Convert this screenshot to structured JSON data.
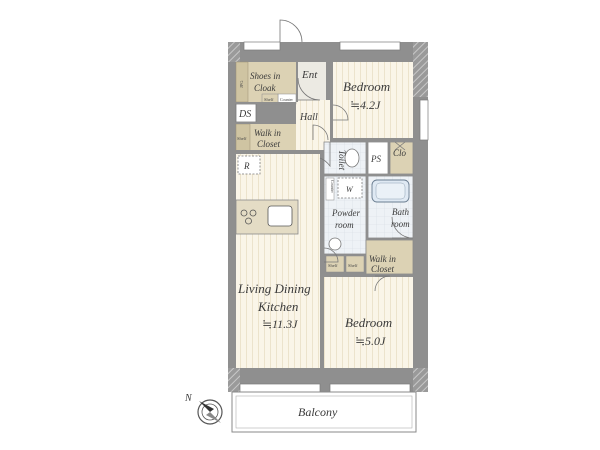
{
  "rooms": {
    "entrance": "Ent",
    "hall": "Hall",
    "shoes_cloak_line1": "Shoes in",
    "shoes_cloak_line2": "Cloak",
    "ds": "DS",
    "walk_in_closet_1_line1": "Walk in",
    "walk_in_closet_1_line2": "Closet",
    "refrigerator": "R",
    "toilet": "Toilet",
    "ps": "PS",
    "clo": "Clo",
    "washer": "W",
    "powder_room_line1": "Powder",
    "powder_room_line2": "room",
    "bath_room_line1": "Bath",
    "bath_room_line2": "room",
    "walk_in_closet_2_line1": "Walk in",
    "walk_in_closet_2_line2": "Closet",
    "bedroom_north_name": "Bedroom",
    "bedroom_north_size": "≒4.2J",
    "ldk_line1": "Living Dining",
    "ldk_line2": "Kitchen",
    "ldk_size": "≒11.3J",
    "bedroom_south_name": "Bedroom",
    "bedroom_south_size": "≒5.0J",
    "balcony": "Balcony"
  },
  "small_labels": {
    "jpg": "JPG",
    "shelf": "Shelf",
    "counter": "Counter"
  },
  "compass": {
    "north": "N"
  },
  "colors": {
    "wall": "#8a8a8a",
    "wall_hatch": "#b5b5b5",
    "floor_wood": "#faf5e8",
    "floor_lines": "#ece3cc",
    "storage": "#dcd2b4",
    "wet_area": "#dfe9f3",
    "tile": "#e9eef4"
  }
}
